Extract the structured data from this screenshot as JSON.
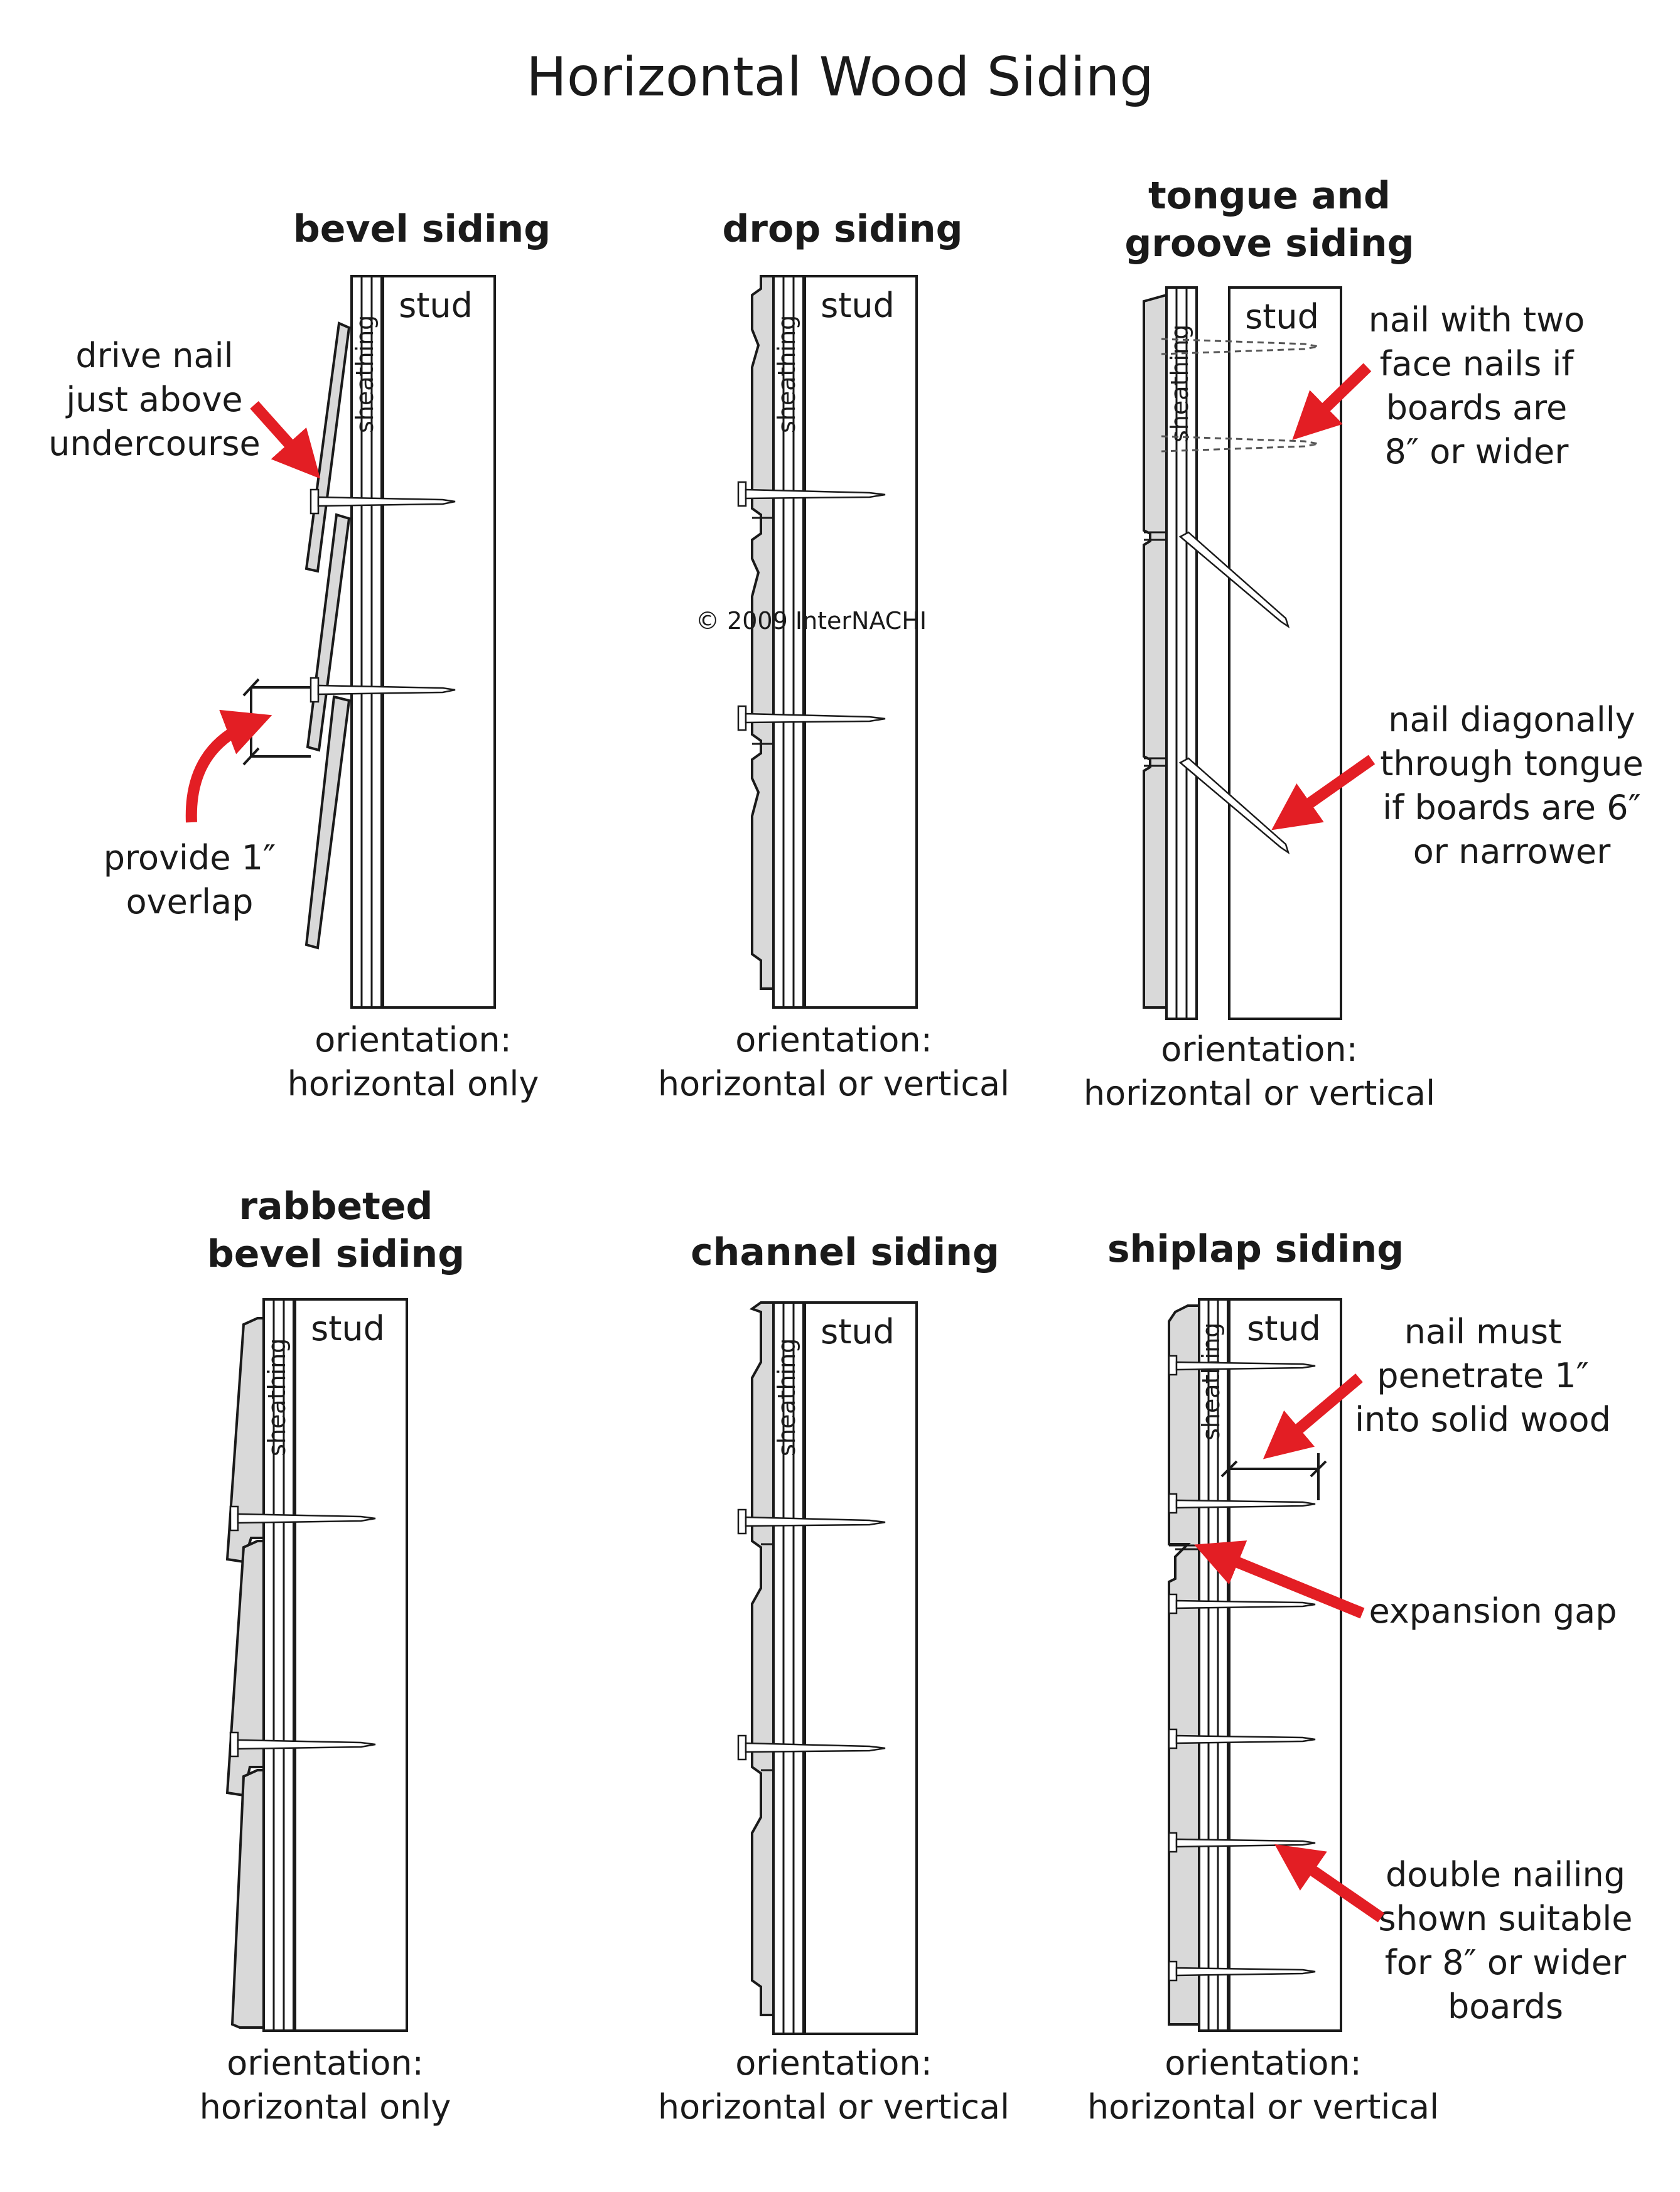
{
  "title": "Horizontal Wood Siding",
  "copyright": "© 2009 InterNACHI",
  "common": {
    "stud": "stud",
    "sheathing": "sheathing",
    "orientation": "orientation:"
  },
  "panels": {
    "bevel": {
      "heading": [
        "bevel siding"
      ],
      "orientation": "horizontal only",
      "notes": {
        "drive_nail": [
          "drive nail",
          "just above",
          "undercourse"
        ],
        "overlap": [
          "provide 1″",
          "overlap"
        ]
      }
    },
    "drop": {
      "heading": [
        "drop siding"
      ],
      "orientation": "horizontal or vertical"
    },
    "tongue": {
      "heading": [
        "tongue and",
        "groove siding"
      ],
      "orientation": "horizontal or vertical",
      "notes": {
        "face_nails": [
          "nail with two",
          "face nails if",
          "boards are",
          "8″ or wider"
        ],
        "diagonal": [
          "nail diagonally",
          "through tongue",
          "if boards are 6″",
          "or narrower"
        ]
      }
    },
    "rabbeted": {
      "heading": [
        "rabbeted",
        "bevel siding"
      ],
      "orientation": "horizontal only"
    },
    "channel": {
      "heading": [
        "channel siding"
      ],
      "orientation": "horizontal or vertical"
    },
    "shiplap": {
      "heading": [
        "shiplap siding"
      ],
      "orientation": "horizontal or vertical",
      "notes": {
        "penetrate": [
          "nail must",
          "penetrate 1″",
          "into solid wood"
        ],
        "gap": [
          "expansion gap"
        ],
        "double": [
          "double nailing",
          "shown suitable",
          "for 8″ or wider",
          "boards"
        ]
      }
    }
  }
}
